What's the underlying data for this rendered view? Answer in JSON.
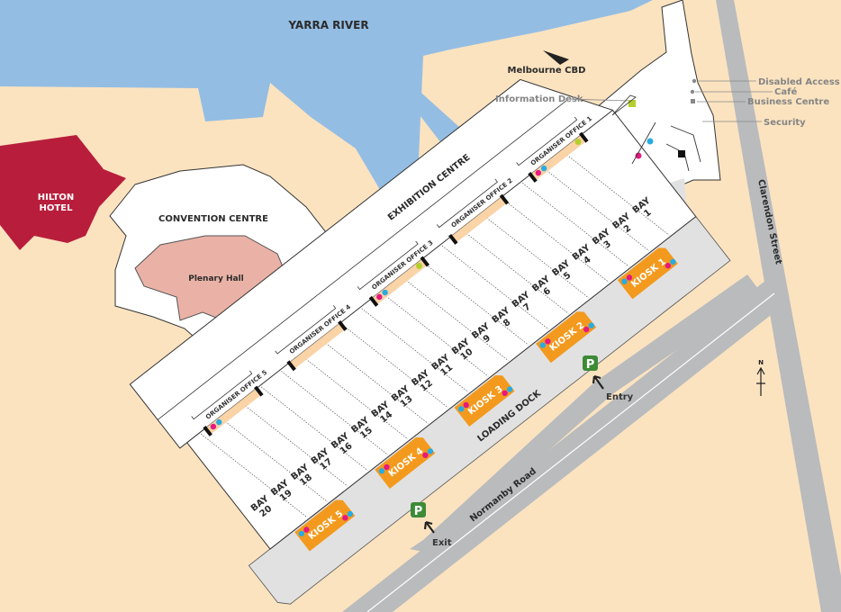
{
  "labels": {
    "river": "YARRA RIVER",
    "cbd": "Melbourne CBD",
    "hilton_line1": "HILTON",
    "hilton_line2": "HOTEL",
    "convention_centre": "CONVENTION CENTRE",
    "plenary_hall": "Plenary Hall",
    "exhibition_centre": "EXHIBITION CENTRE",
    "loading_dock": "LOADING DOCK",
    "normanby_road": "Normanby Road",
    "clarendon_street": "Clarendon Street",
    "entry": "Entry",
    "exit": "Exit",
    "parking": "P",
    "north": "N"
  },
  "amenities": {
    "information_desk": "Information Desk",
    "disabled_access": "Disabled Access",
    "cafe": "Café",
    "business_centre": "Business Centre",
    "security": "Security"
  },
  "bay_word": "BAY",
  "bays": [
    "1",
    "2",
    "3",
    "4",
    "5",
    "6",
    "7",
    "8",
    "9",
    "10",
    "11",
    "12",
    "13",
    "14",
    "15",
    "16",
    "17",
    "18",
    "19",
    "20"
  ],
  "offices": [
    "ORGANISER OFFICE 1",
    "ORGANISER OFFICE 2",
    "ORGANISER OFFICE 3",
    "ORGANISER OFFICE 4",
    "ORGANISER OFFICE 5"
  ],
  "kiosks": [
    "KIOSK 1",
    "KIOSK 2",
    "KIOSK 3",
    "KIOSK 4",
    "KIOSK 5"
  ],
  "colors": {
    "land": "#fbe3c0",
    "river": "#94bde3",
    "hilton": "#b81e3c",
    "plenary": "#eab2a6",
    "kiosk": "#f39a1e",
    "office": "#fad3a6",
    "dock": "#e1e1e1",
    "road": "#b9bbbd",
    "magenta": "#e6197f",
    "cyan": "#29abe2",
    "lime": "#b5cf2c",
    "parking": "#3d8b37"
  }
}
